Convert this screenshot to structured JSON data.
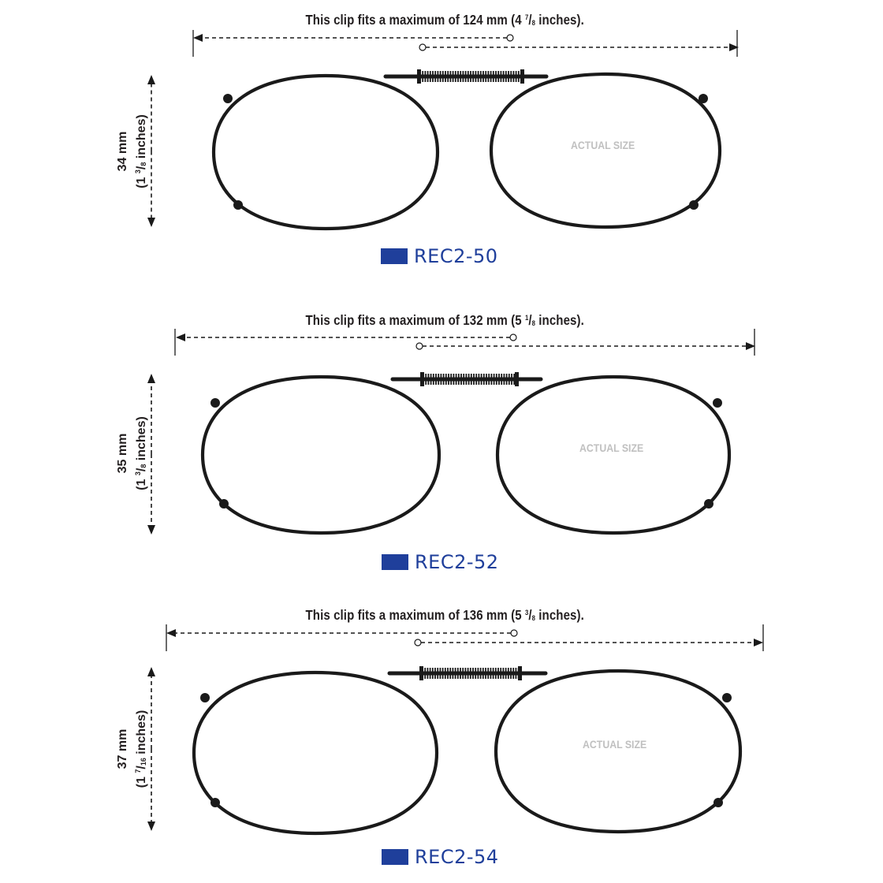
{
  "colors": {
    "frame": "#1a1a1a",
    "caption_text": "#231f20",
    "watermark": "#c0c0c0",
    "model_swatch": "#1f3f9b",
    "model_text": "#1f3f9b"
  },
  "clips": [
    {
      "model": "REC2-50",
      "fit_text_prefix": "This clip fits a maximum of 124 mm (4 ",
      "fit_num": "7",
      "fit_den": "8",
      "fit_text_suffix": " inches).",
      "height_mm": "34 mm",
      "height_in_prefix": "(1 ",
      "height_in_num": "3",
      "height_in_den": "8",
      "height_in_suffix": " inches)",
      "watermark": "ACTUAL SIZE",
      "max_width_mm": 124,
      "height_value_mm": 34
    },
    {
      "model": "REC2-52",
      "fit_text_prefix": "This clip fits a maximum of 132 mm (5 ",
      "fit_num": "1",
      "fit_den": "8",
      "fit_text_suffix": " inches).",
      "height_mm": "35 mm",
      "height_in_prefix": "(1 ",
      "height_in_num": "3",
      "height_in_den": "8",
      "height_in_suffix": " inches)",
      "watermark": "ACTUAL SIZE",
      "max_width_mm": 132,
      "height_value_mm": 35
    },
    {
      "model": "REC2-54",
      "fit_text_prefix": "This clip fits a maximum of 136 mm (5 ",
      "fit_num": "3",
      "fit_den": "8",
      "fit_text_suffix": " inches).",
      "height_mm": "37 mm",
      "height_in_prefix": "(1 ",
      "height_in_num": "7",
      "height_in_den": "16",
      "height_in_suffix": " inches)",
      "watermark": "ACTUAL SIZE",
      "max_width_mm": 136,
      "height_value_mm": 37
    }
  ]
}
